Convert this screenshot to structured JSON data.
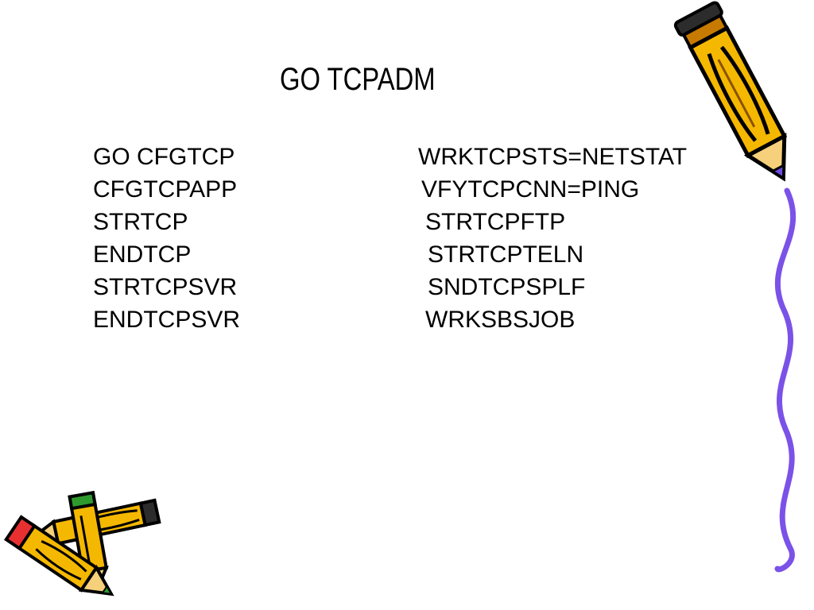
{
  "slide": {
    "title": "GO TCPADM",
    "left_column": [
      "GO CFGTCP",
      "CFGTCPAPP",
      "STRTCP",
      "ENDTCP",
      "STRTCPSVR",
      "ENDTCPSVR"
    ],
    "right_column": [
      "WRKTCPSTS=NETSTAT",
      "VFYTCPCNN=PING",
      "STRTCPFTP",
      "STRTCPTELN",
      "SNDTCPSPLF",
      "WRKSBSJOB"
    ]
  },
  "decorations": {
    "pencil_body_color": "#F5B800",
    "pencil_tip_color": "#6B4BE0",
    "eraser_red": "#E83030",
    "eraser_green": "#2E9A2E",
    "outline_color": "#000000",
    "scribble_color": "#7B52E8",
    "icons": [
      "pencil-icon",
      "pencil-icon",
      "pencil-icon",
      "pencil-icon"
    ]
  }
}
